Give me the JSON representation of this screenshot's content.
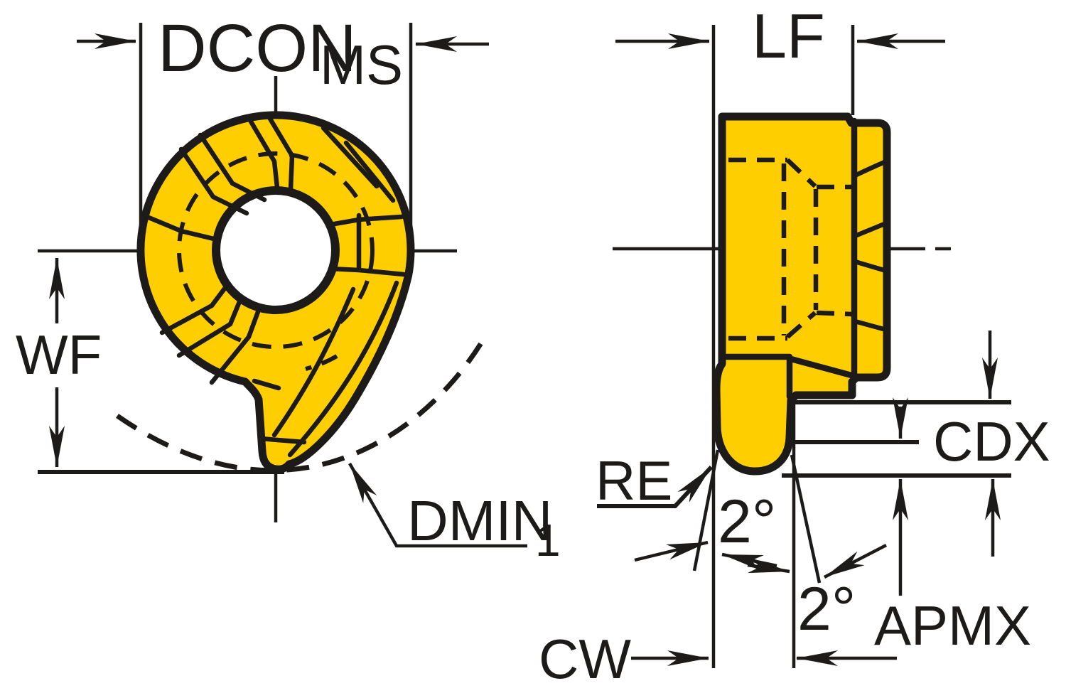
{
  "diagram": {
    "type": "technical-drawing",
    "subject": "grooving insert dimensional drawing, front view and side profile view",
    "colors": {
      "insert_fill": "#FFCE00",
      "line": "#1D1B19",
      "background": "#FFFFFF"
    },
    "views": {
      "front_view": {
        "description": "round insert with center hole and lower cutting tip",
        "labels": {
          "diameter": {
            "text": "DCON",
            "subscript": "MS"
          },
          "height_offset": "WF",
          "min_bore": {
            "text": "DMIN",
            "subscript": "1"
          }
        }
      },
      "side_view": {
        "description": "insert profile with nose radius and clearance angles",
        "labels": {
          "length": "LF",
          "nose_radius": "RE",
          "relief_angle_left": "2°",
          "relief_angle_right": "2°",
          "cutting_width": "CW",
          "cutting_depth_max": "CDX",
          "max_cutting_depth_axial": "APMX"
        }
      }
    }
  }
}
